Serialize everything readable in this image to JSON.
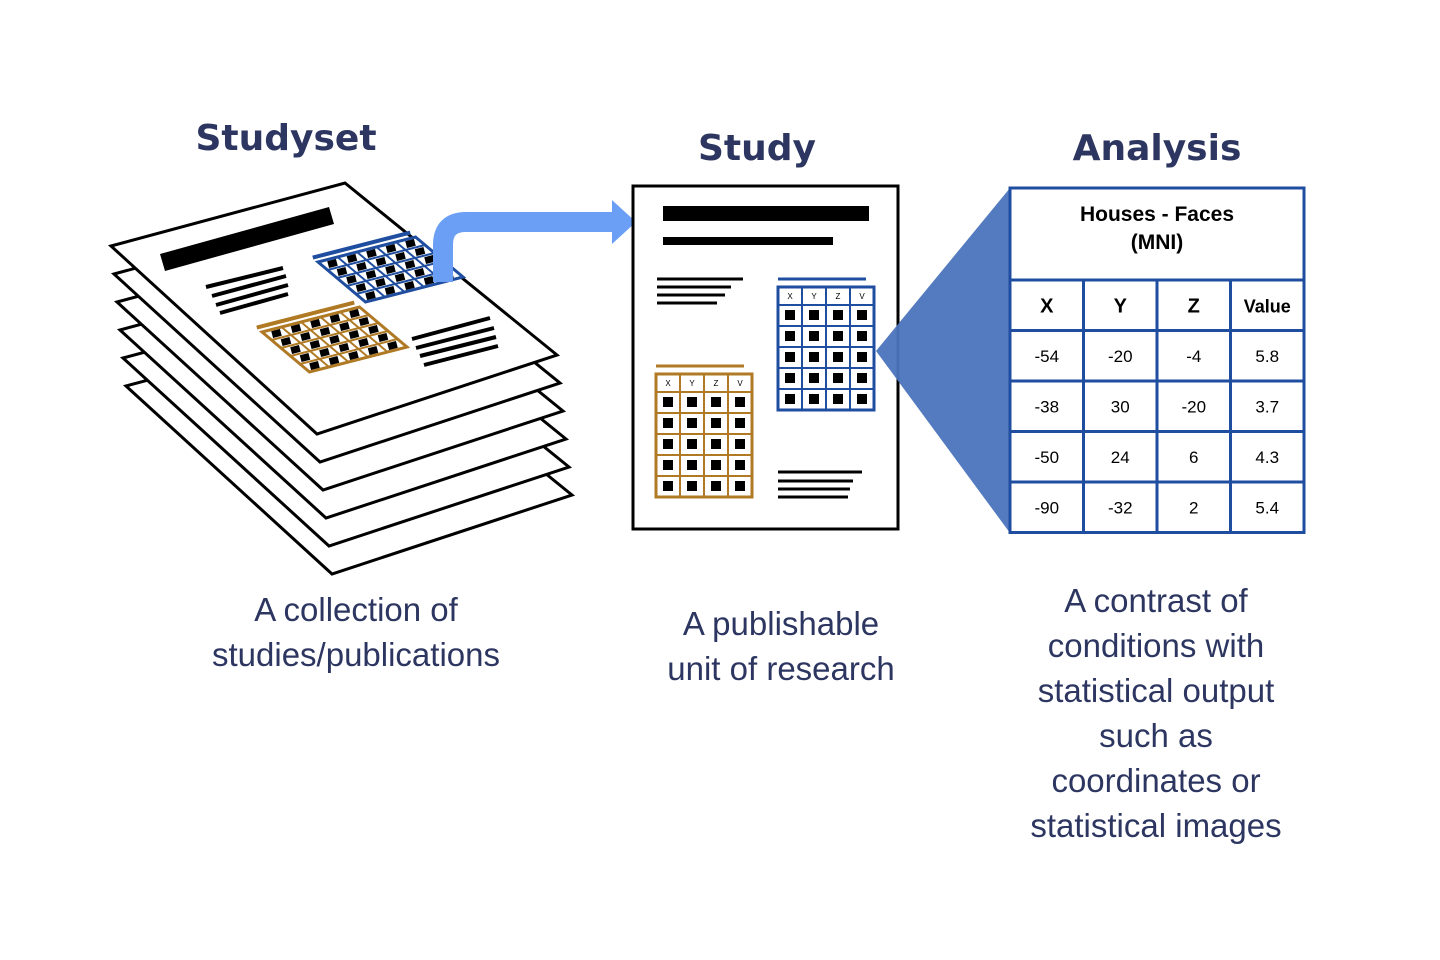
{
  "studyset": {
    "heading": "Studyset",
    "caption": [
      "A collection of",
      "studies/publications"
    ]
  },
  "study": {
    "heading": "Study",
    "caption": [
      "A publishable",
      "unit of research"
    ],
    "mini_table_headers": [
      "X",
      "Y",
      "Z",
      "V"
    ]
  },
  "analysis": {
    "heading": "Analysis",
    "table_title": [
      "Houses - Faces",
      "(MNI)"
    ],
    "table_headers": [
      "X",
      "Y",
      "Z",
      "Value"
    ],
    "table_rows": [
      [
        "-54",
        "-20",
        "-4",
        "5.8"
      ],
      [
        "-38",
        "30",
        "-20",
        "3.7"
      ],
      [
        "-50",
        "24",
        "6",
        "4.3"
      ],
      [
        "-90",
        "-32",
        "2",
        "5.4"
      ]
    ],
    "caption": [
      "A contrast of",
      "conditions with",
      "statistical output",
      "such as",
      "coordinates or",
      "statistical images"
    ]
  },
  "colors": {
    "heading": "#2c3660",
    "blue_table": "#1f4ea0",
    "brown_table": "#b07a25",
    "arrow": "#6b9ff5",
    "zoom_wedge": "#4b74bd"
  }
}
